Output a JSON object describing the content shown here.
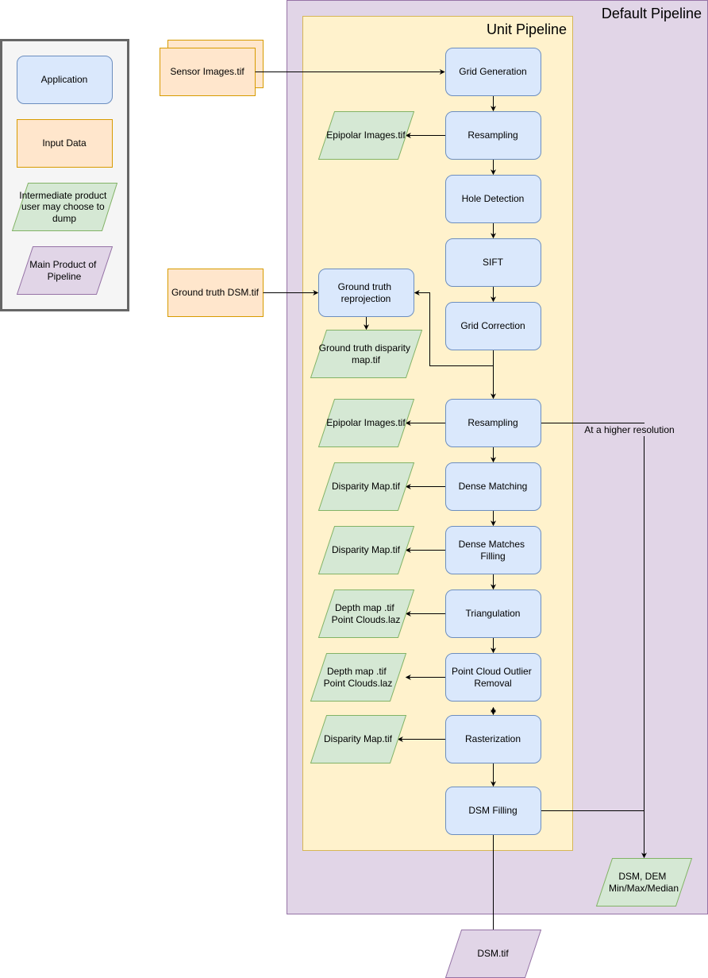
{
  "colors": {
    "application_fill": "#dae8fc",
    "application_stroke": "#6c8ebf",
    "input_fill": "#ffe6cc",
    "input_stroke": "#d79b00",
    "intermediate_fill": "#d5e8d4",
    "intermediate_stroke": "#82b366",
    "main_product_fill": "#e1d5e7",
    "main_product_stroke": "#9673a6",
    "unit_pipeline_fill": "#fff2cc",
    "unit_pipeline_stroke": "#d6b656",
    "legend_fill": "#f5f5f5",
    "legend_stroke": "#666666",
    "edge": "#000000"
  },
  "regions": {
    "default_pipeline": "Default Pipeline",
    "unit_pipeline": "Unit Pipeline"
  },
  "legend": {
    "application": "Application",
    "input_data": "Input Data",
    "intermediate": [
      "Intermediate product",
      "user may choose to",
      "dump"
    ],
    "main_product": [
      "Main Product of",
      "Pipeline"
    ]
  },
  "inputs": {
    "sensor_images": "Sensor Images.tif",
    "ground_truth_dsm": "Ground truth DSM.tif"
  },
  "steps": {
    "grid_generation": [
      "Grid Generation"
    ],
    "resampling_1": [
      "Resampling"
    ],
    "hole_detection": [
      "Hole Detection"
    ],
    "sift": [
      "SIFT"
    ],
    "grid_correction": [
      "Grid Correction"
    ],
    "ground_truth_reprojection": [
      "Ground truth",
      "reprojection"
    ],
    "resampling_2": [
      "Resampling"
    ],
    "dense_matching": [
      "Dense Matching"
    ],
    "dense_matches_filling": [
      "Dense Matches",
      "Filling"
    ],
    "triangulation": [
      "Triangulation"
    ],
    "point_cloud_outlier_removal": [
      "Point Cloud Outlier",
      "Removal"
    ],
    "rasterization": [
      "Rasterization"
    ],
    "dsm_filling": [
      "DSM Filling"
    ]
  },
  "intermediates": {
    "epipolar_images_1": [
      "Epipolar Images.tif"
    ],
    "ground_truth_disparity": [
      "Ground truth disparity",
      "map.tif"
    ],
    "epipolar_images_2": [
      "Epipolar Images.tif"
    ],
    "disparity_map_1": [
      "Disparity Map.tif"
    ],
    "disparity_map_2": [
      "Disparity Map.tif"
    ],
    "depth_map_1": [
      "Depth map .tif",
      "Point Clouds.laz"
    ],
    "depth_map_2": [
      "Depth map .tif",
      "Point Clouds.laz"
    ],
    "disparity_map_3": [
      "Disparity Map.tif"
    ],
    "dsm_dem": [
      "DSM, DEM",
      "Min/Max/Median"
    ]
  },
  "outputs": {
    "dsm": "DSM.tif"
  },
  "edge_labels": {
    "higher_resolution": "At a higher resolution"
  }
}
